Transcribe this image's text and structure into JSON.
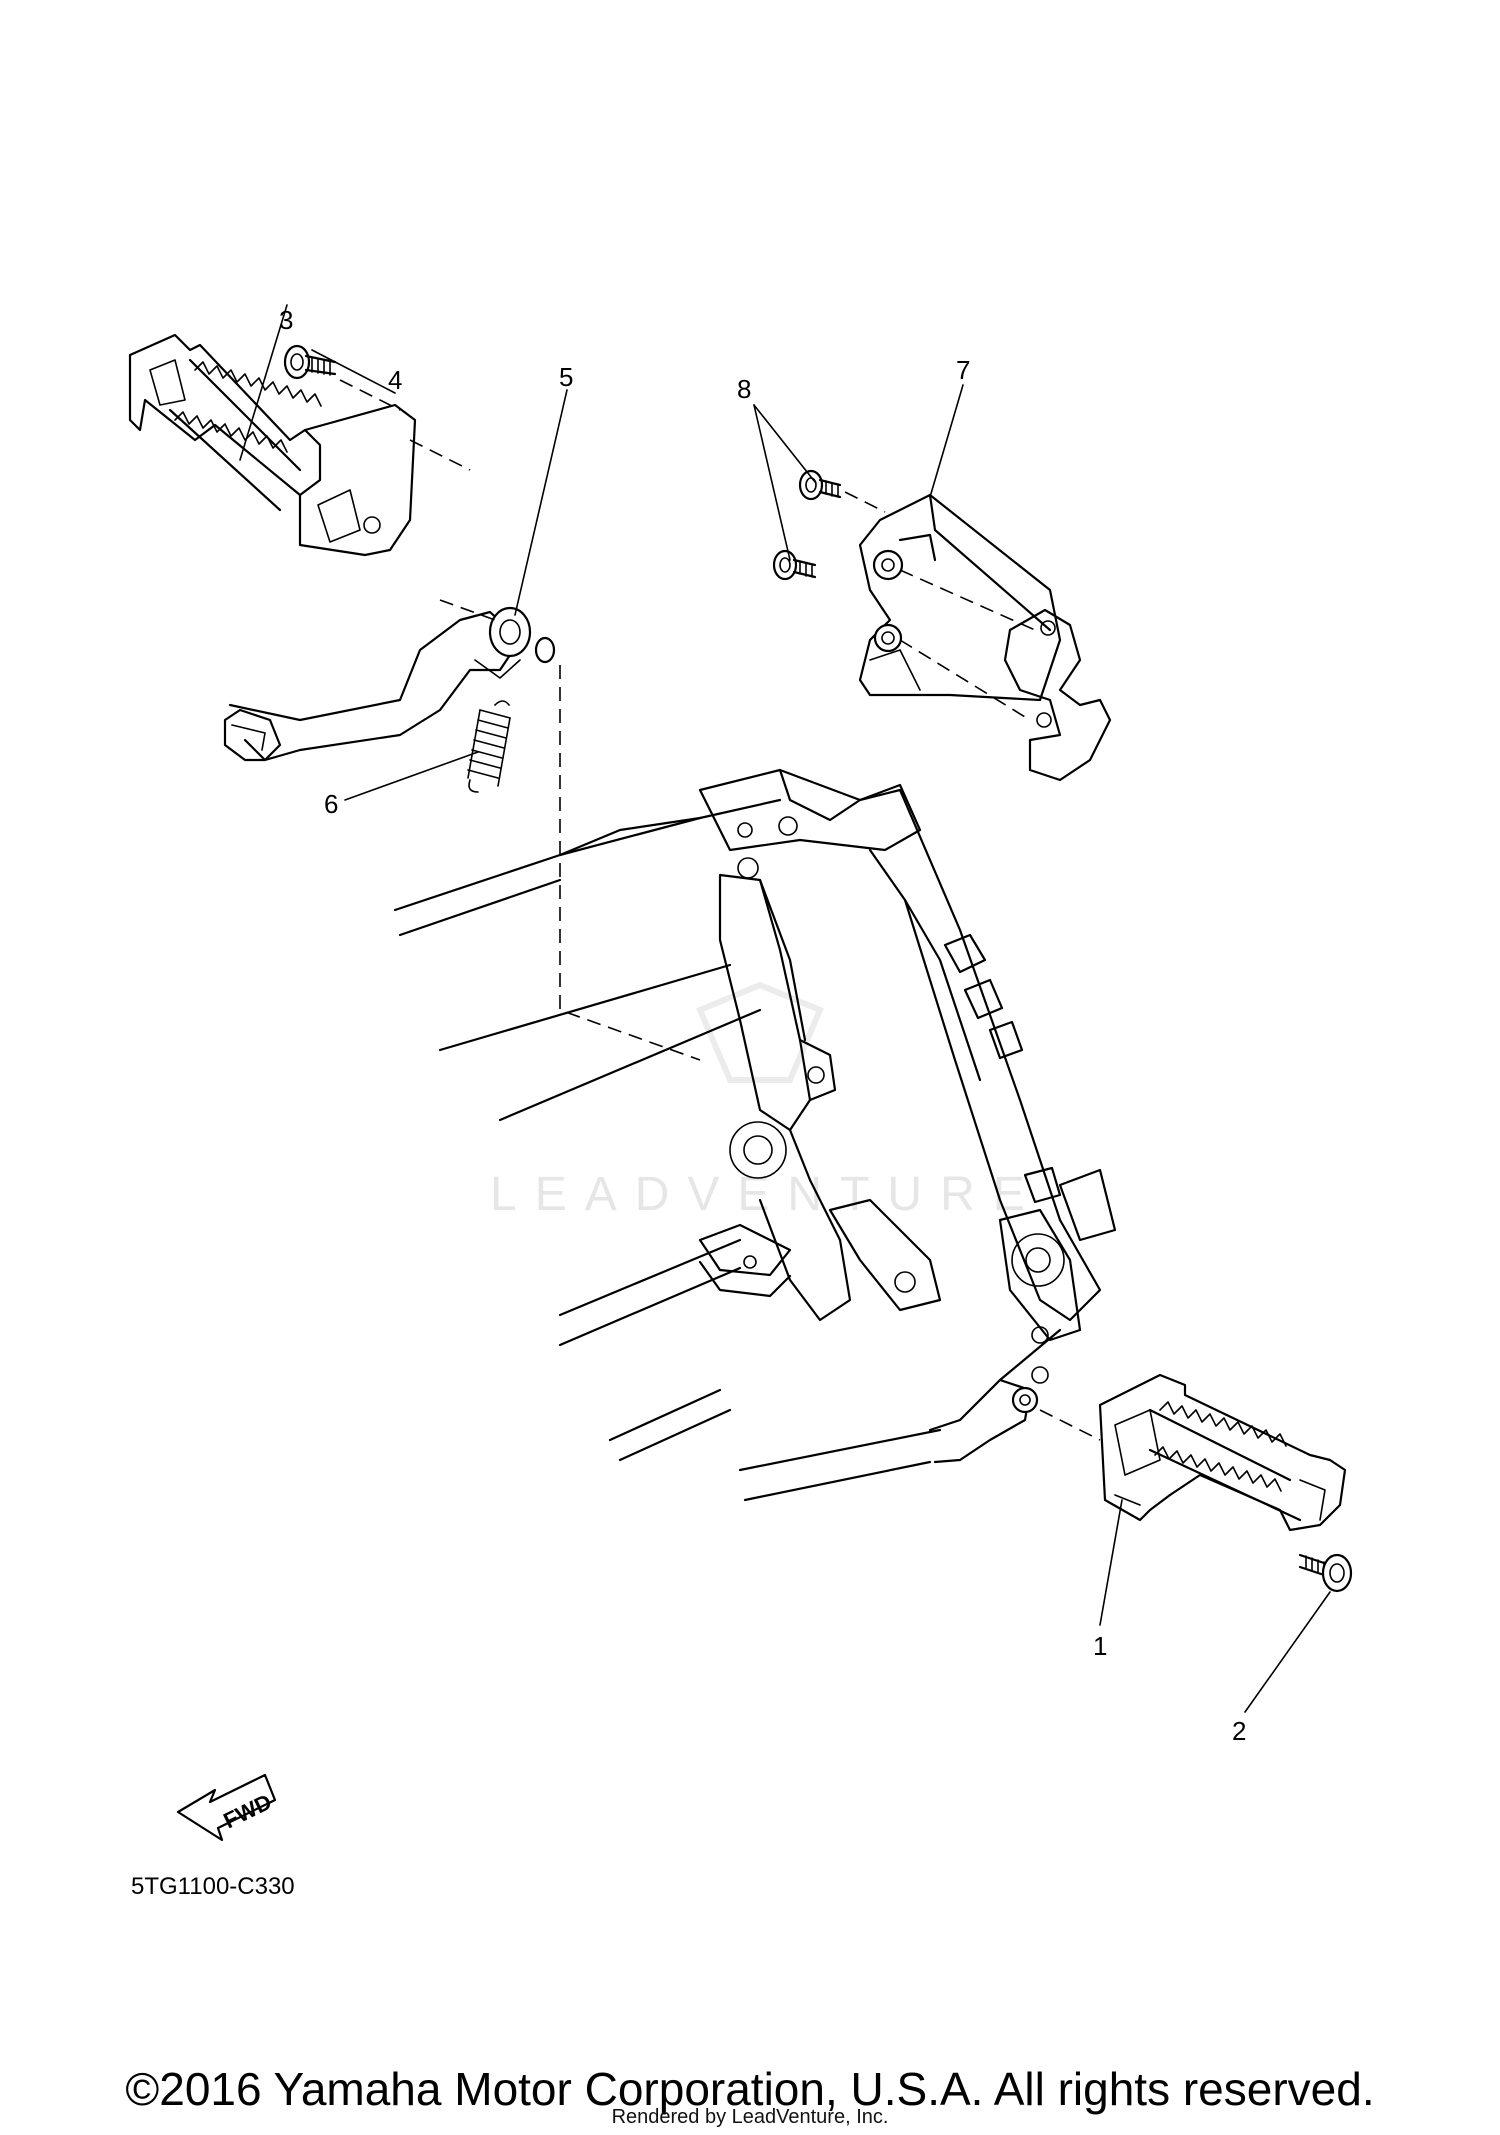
{
  "callouts": [
    "1",
    "2",
    "3",
    "4",
    "5",
    "6",
    "7",
    "8"
  ],
  "fwd_label": "FWD",
  "diagram_code": "5TG1100-C330",
  "watermark": "LEADVENTURE",
  "copyright": "©2016 Yamaha Motor Corporation, U.S.A. All rights reserved.",
  "rendered_by": "Rendered by LeadVenture, Inc."
}
